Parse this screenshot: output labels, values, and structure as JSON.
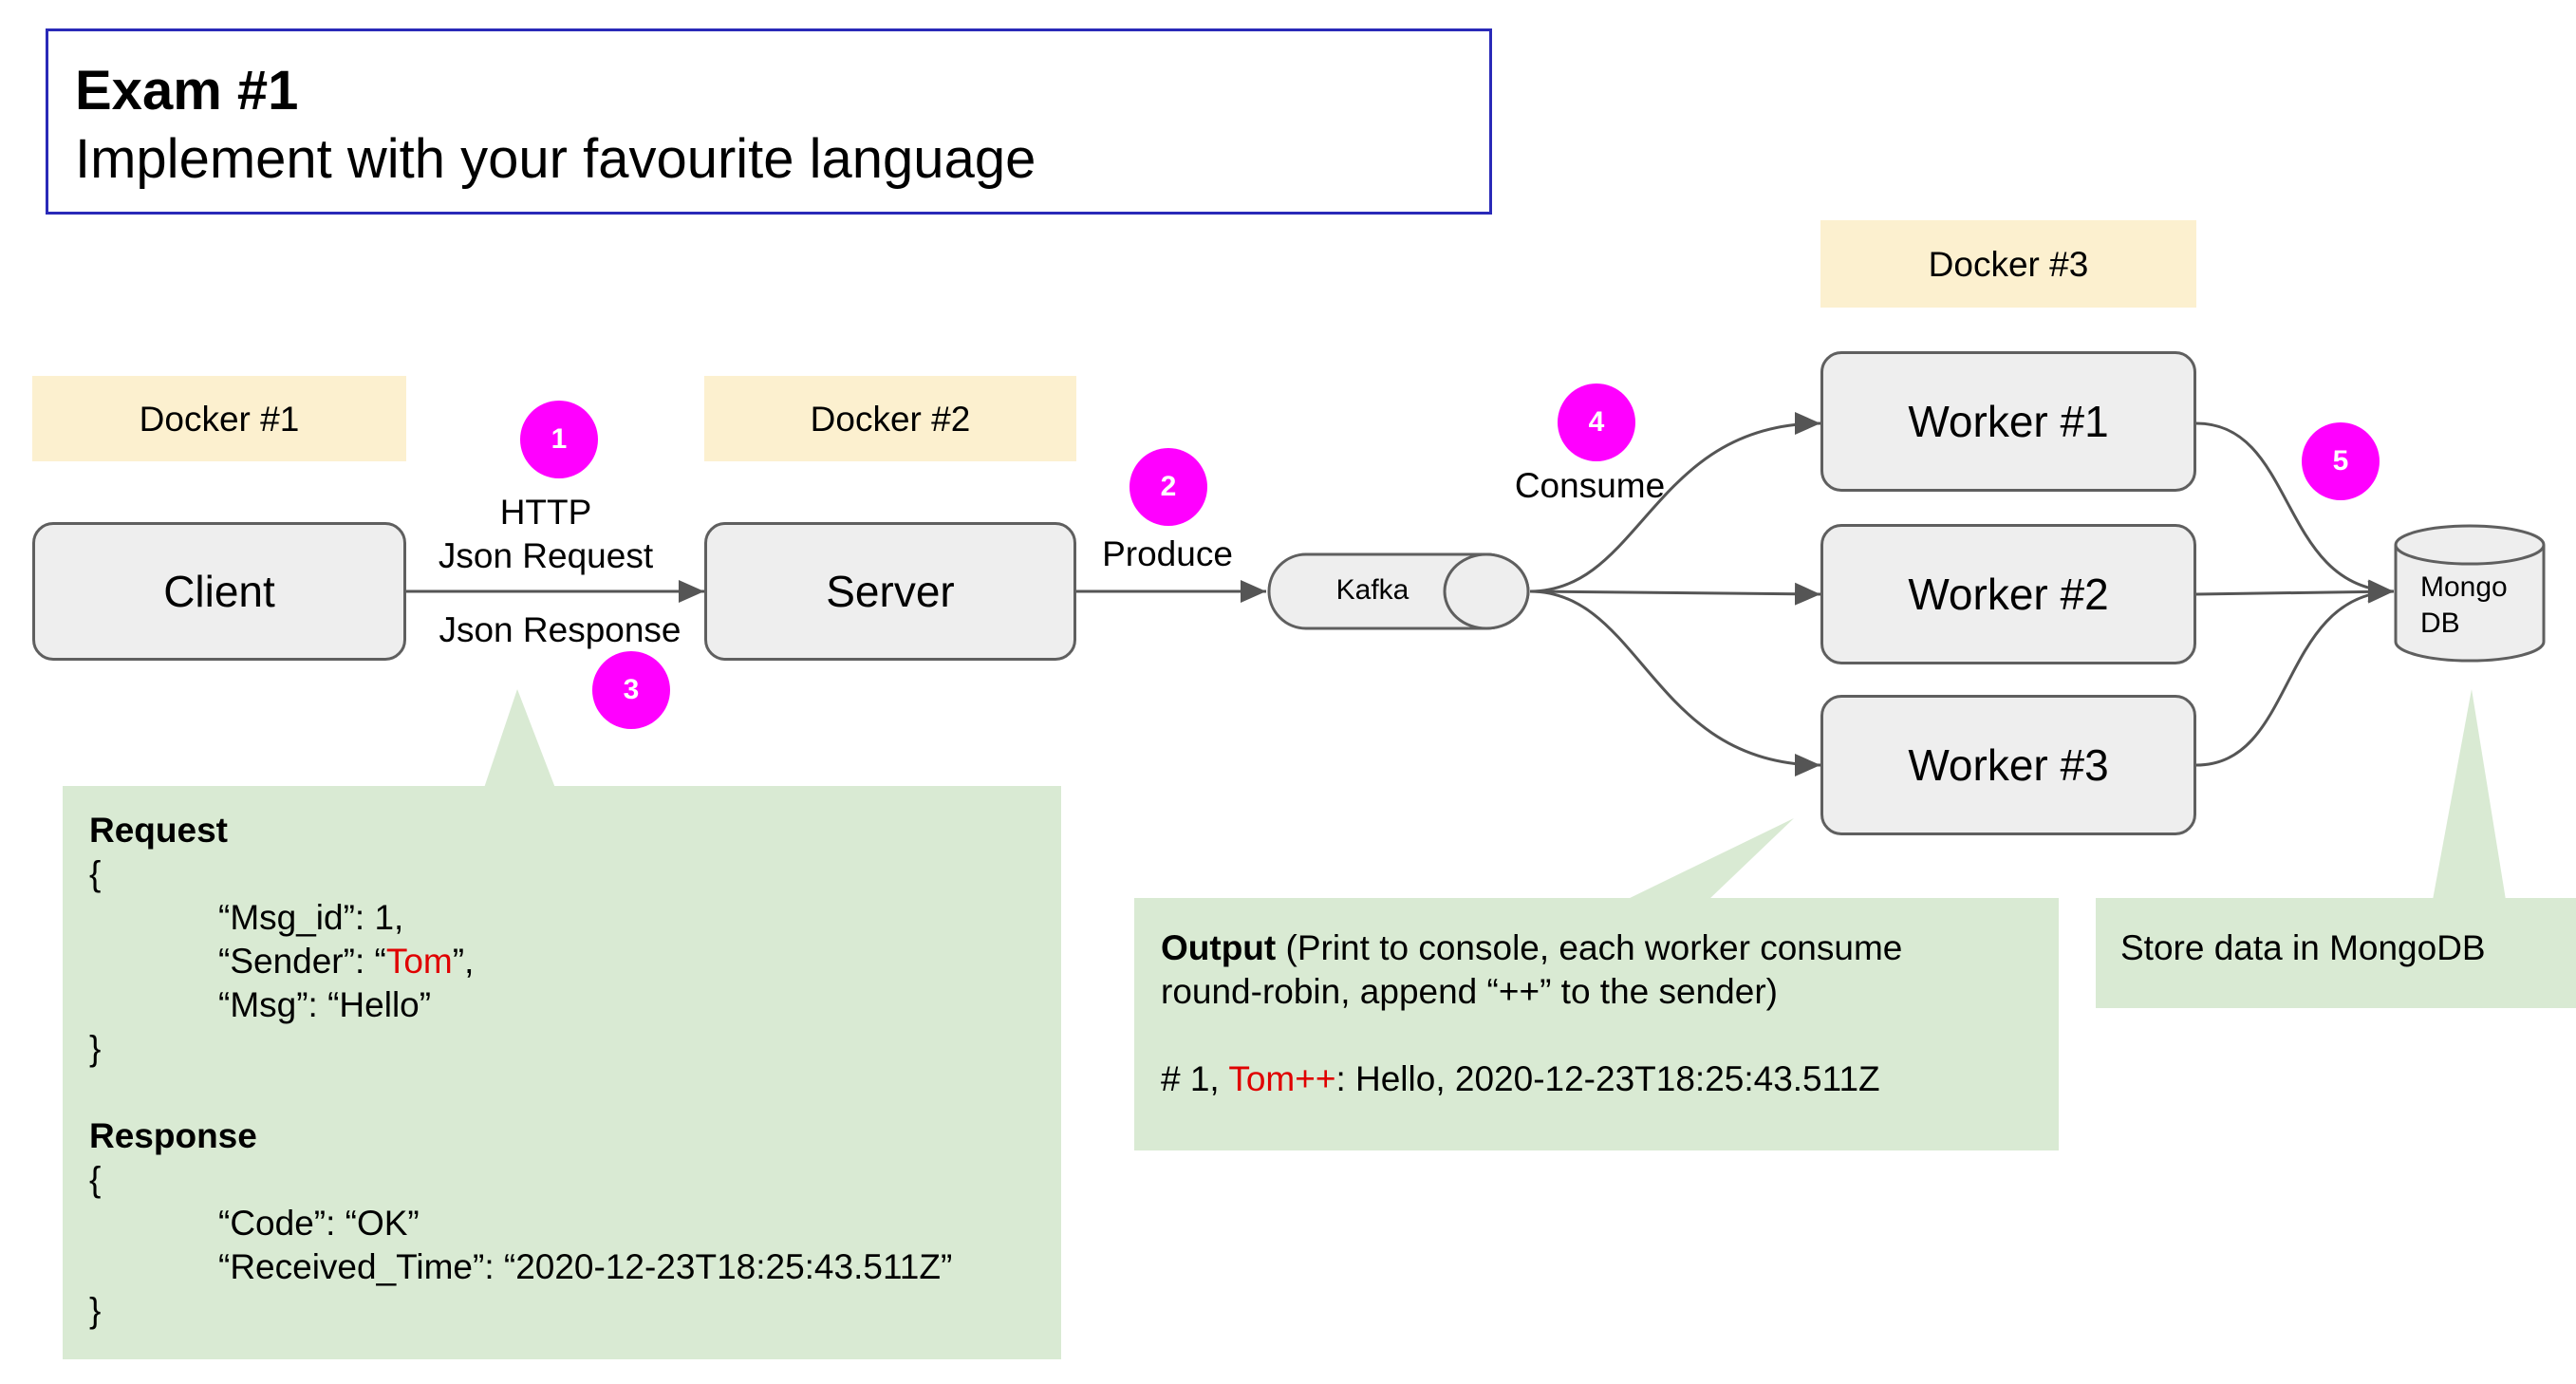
{
  "title": {
    "heading": "Exam #1",
    "subtitle": "Implement with your favourite language"
  },
  "docker_labels": {
    "d1": "Docker #1",
    "d2": "Docker #2",
    "d3": "Docker #3"
  },
  "nodes": {
    "client": "Client",
    "server": "Server",
    "kafka": "Kafka",
    "worker1": "Worker #1",
    "worker2": "Worker #2",
    "worker3": "Worker #3",
    "mongo_line1": "Mongo",
    "mongo_line2": "DB"
  },
  "steps": {
    "s1": "1",
    "s2": "2",
    "s3": "3",
    "s4": "4",
    "s5": "5"
  },
  "edge_labels": {
    "http": "HTTP",
    "json_request": "Json Request",
    "json_response": "Json Response",
    "produce": "Produce",
    "consume": "Consume"
  },
  "request_note": {
    "request_heading": "Request",
    "open_brace": "{",
    "msg_id_line": "“Msg_id”: 1,",
    "sender_prefix": "“Sender”: “",
    "sender_value": "Tom",
    "sender_suffix": "”,",
    "msg_line": "“Msg”: “Hello”",
    "close_brace": "}",
    "response_heading": "Response",
    "resp_open_brace": "{",
    "code_line": "“Code”: “OK”",
    "received_line": "“Received_Time”: “2020-12-23T18:25:43.511Z”",
    "resp_close_brace": "}"
  },
  "output_note": {
    "heading": "Output",
    "desc_part1": " (Print to console, each worker consume",
    "desc_part2": "round-robin, append “++” to the sender)",
    "sample_prefix": "# 1, ",
    "sample_sender": "Tom++",
    "sample_suffix": ": Hello, 2020-12-23T18:25:43.511Z"
  },
  "store_note": {
    "text": "Store data in MongoDB"
  },
  "colors": {
    "badge": "#ff00ff",
    "docker_bg": "#fcf0cf",
    "note_bg": "#d9ead3",
    "node_bg": "#eeeeee",
    "title_border": "#2a2ab8",
    "highlight_red": "#e00000"
  }
}
